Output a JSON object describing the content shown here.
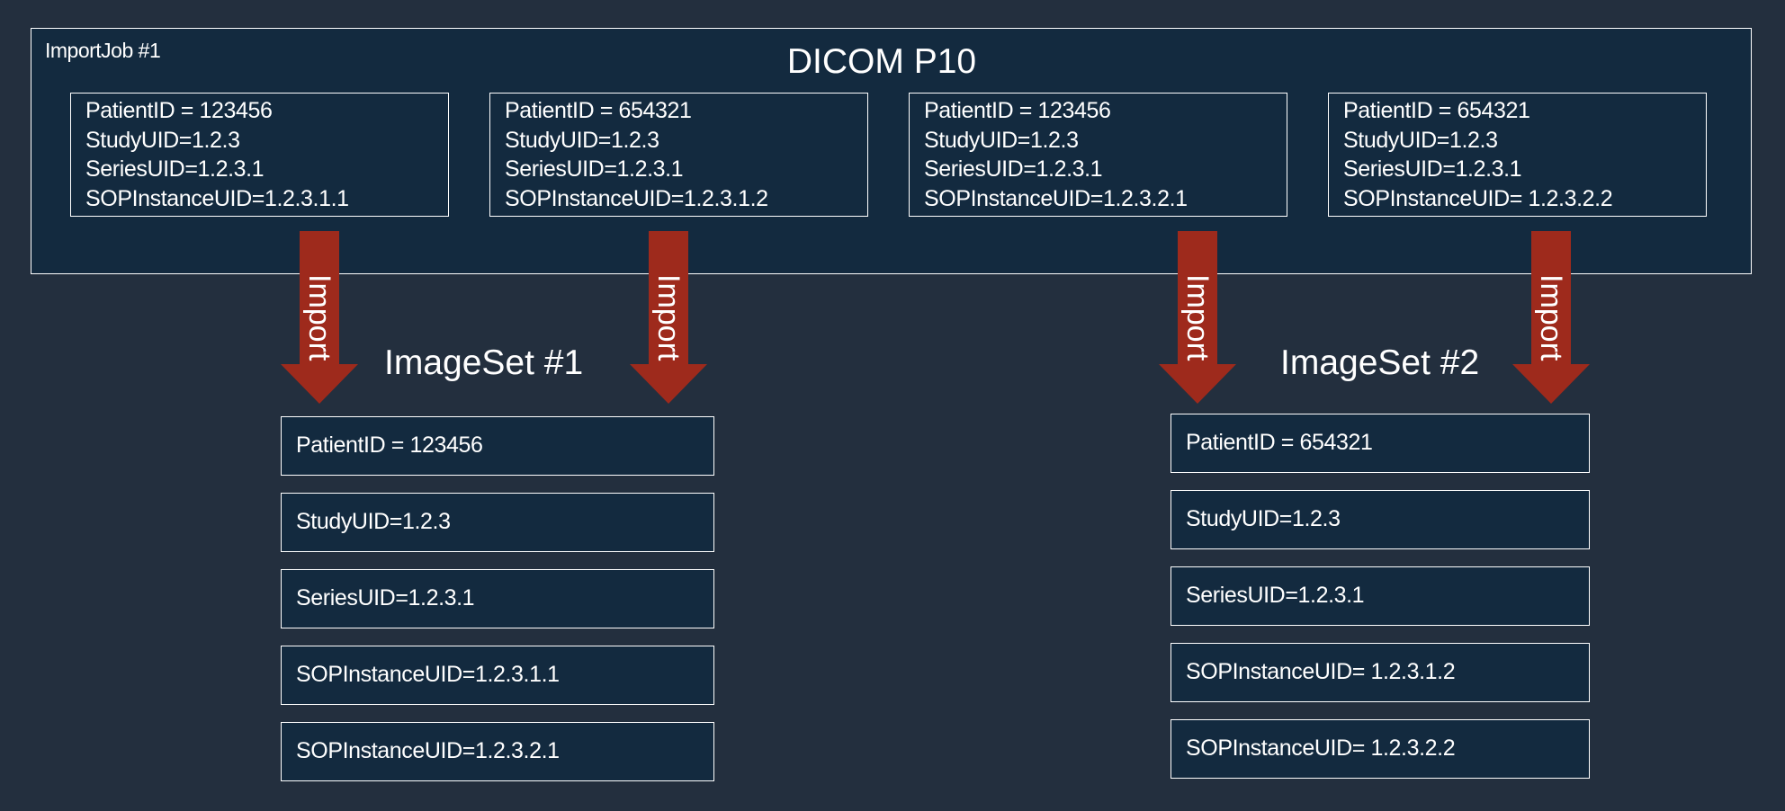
{
  "import_job": {
    "label": "ImportJob #1",
    "title": "DICOM P10",
    "files": [
      {
        "patient": "PatientID = 123456",
        "study": "StudyUID=1.2.3",
        "series": "SeriesUID=1.2.3.1",
        "sop": "SOPInstanceUID=1.2.3.1.1"
      },
      {
        "patient": "PatientID = 654321",
        "study": "StudyUID=1.2.3",
        "series": "SeriesUID=1.2.3.1",
        "sop": "SOPInstanceUID=1.2.3.1.2"
      },
      {
        "patient": "PatientID = 123456",
        "study": "StudyUID=1.2.3",
        "series": "SeriesUID=1.2.3.1",
        "sop": "SOPInstanceUID=1.2.3.2.1"
      },
      {
        "patient": "PatientID = 654321",
        "study": "StudyUID=1.2.3",
        "series": "SeriesUID=1.2.3.1",
        "sop": "SOPInstanceUID= 1.2.3.2.2"
      }
    ]
  },
  "arrow_label": "Import",
  "arrow_color": "#9e2a1c",
  "image_sets": [
    {
      "title": "ImageSet #1",
      "rows": [
        "PatientID = 123456",
        "StudyUID=1.2.3",
        "SeriesUID=1.2.3.1",
        "SOPInstanceUID=1.2.3.1.1",
        "SOPInstanceUID=1.2.3.2.1"
      ]
    },
    {
      "title": "ImageSet #2",
      "rows": [
        "PatientID = 654321",
        "StudyUID=1.2.3",
        "SeriesUID=1.2.3.1",
        "SOPInstanceUID= 1.2.3.1.2",
        "SOPInstanceUID= 1.2.3.2.2"
      ]
    }
  ],
  "colors": {
    "background": "#232f3e",
    "box_fill": "#132a3f",
    "border": "#ffffff",
    "text": "#ffffff"
  }
}
